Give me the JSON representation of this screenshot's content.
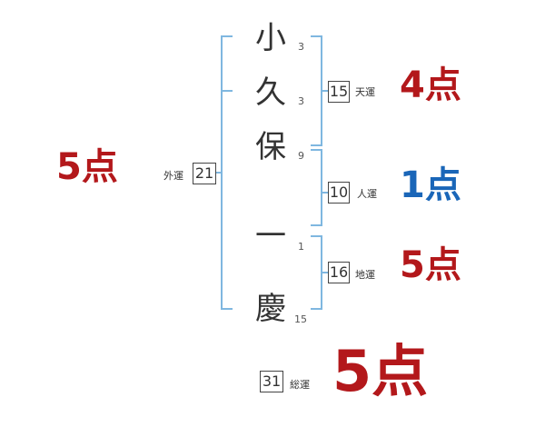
{
  "name_chars": {
    "surname": [
      "小",
      "久",
      "保"
    ],
    "given": [
      "一",
      "慶"
    ]
  },
  "strokes": {
    "surname": [
      "3",
      "3",
      "9"
    ],
    "given": [
      "1",
      "15"
    ]
  },
  "fortunes": {
    "tenkaku": {
      "label": "天運",
      "value": "15",
      "score": "4点"
    },
    "jinkaku": {
      "label": "人運",
      "value": "10",
      "score": "1点"
    },
    "chikaku": {
      "label": "地運",
      "value": "16",
      "score": "5点"
    },
    "gaikaku": {
      "label": "外運",
      "value": "21",
      "score": "5点"
    },
    "soukaku": {
      "label": "総運",
      "value": "31",
      "score": "5点"
    }
  },
  "colors": {
    "bracket": "#7fb7e0",
    "score_red": "#b3181b",
    "score_blue": "#1a66b8"
  }
}
